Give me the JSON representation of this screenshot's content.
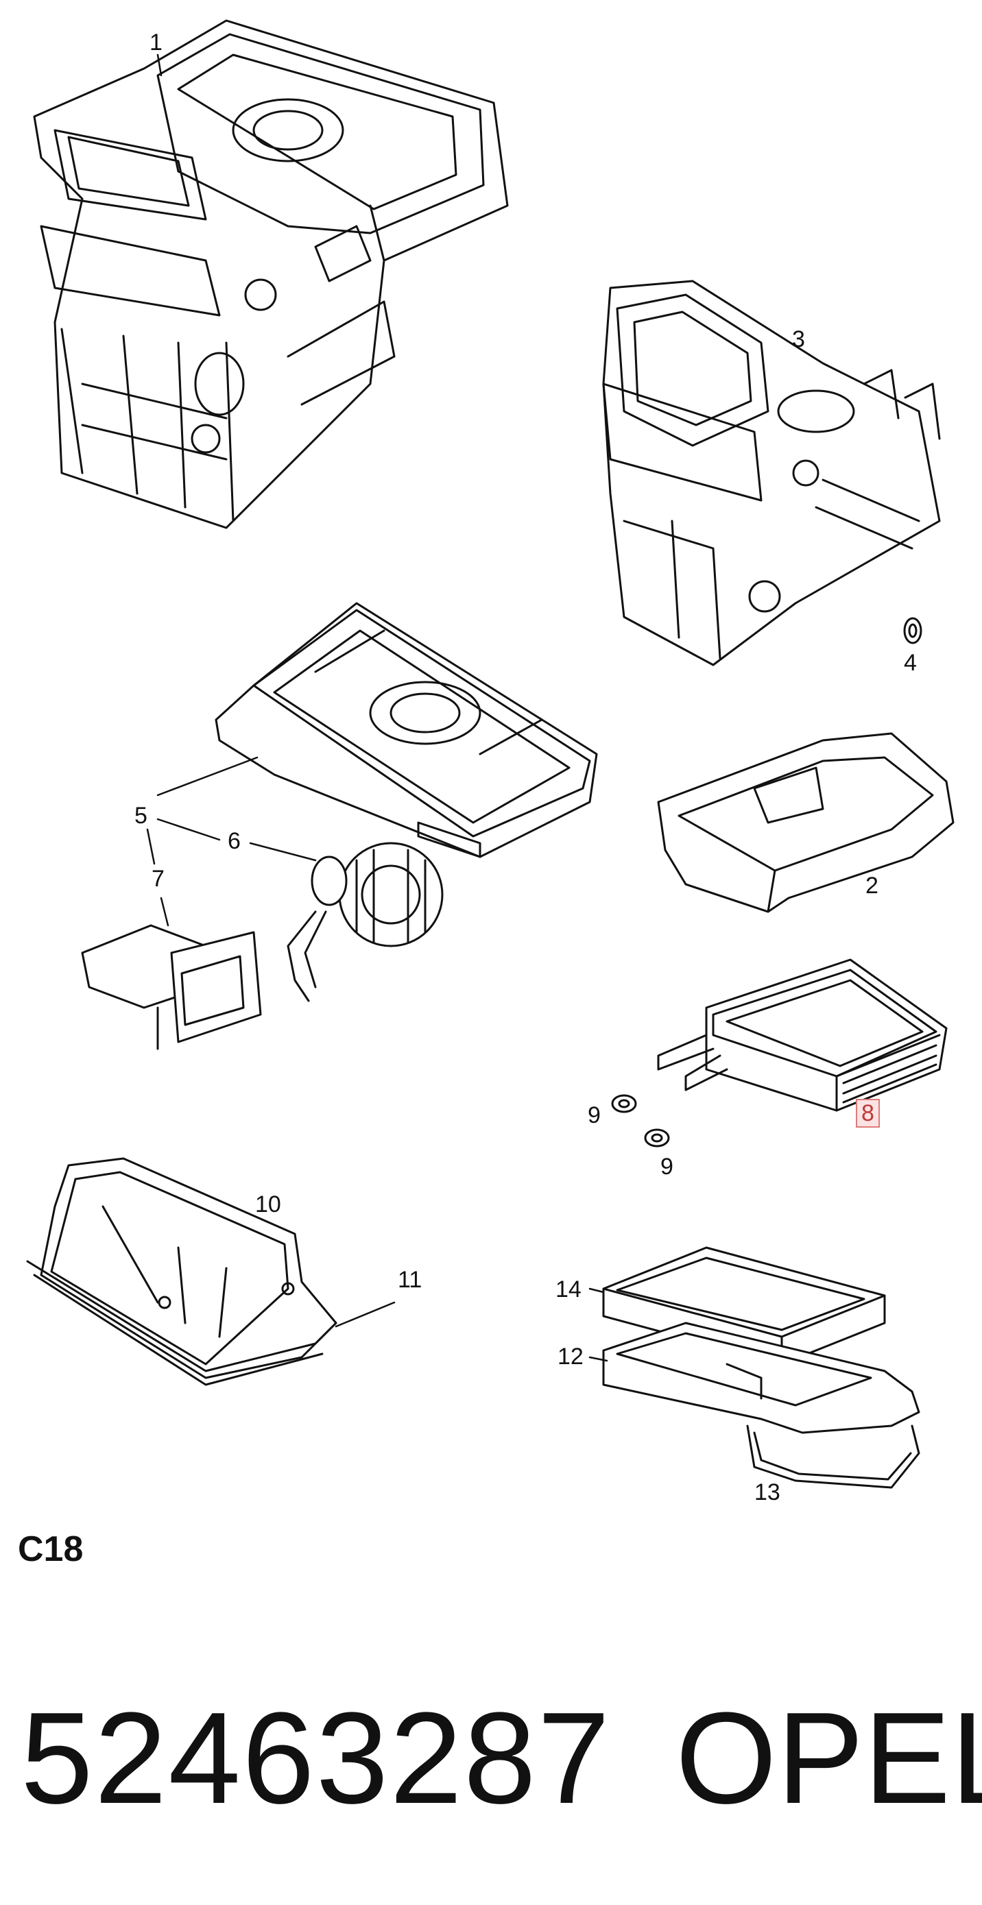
{
  "callouts": {
    "c1": "1",
    "c2": "2",
    "c3": "3",
    "c4": "4",
    "c5": "5",
    "c6": "6",
    "c7": "7",
    "c8": "8",
    "c9a": "9",
    "c9b": "9",
    "c10": "10",
    "c11": "11",
    "c12": "12",
    "c13": "13",
    "c14": "14"
  },
  "highlighted_callout": "8",
  "highlight_color": "#e07a7a",
  "group_code": "C18",
  "part_number": "52463287",
  "brand": "OPEL"
}
